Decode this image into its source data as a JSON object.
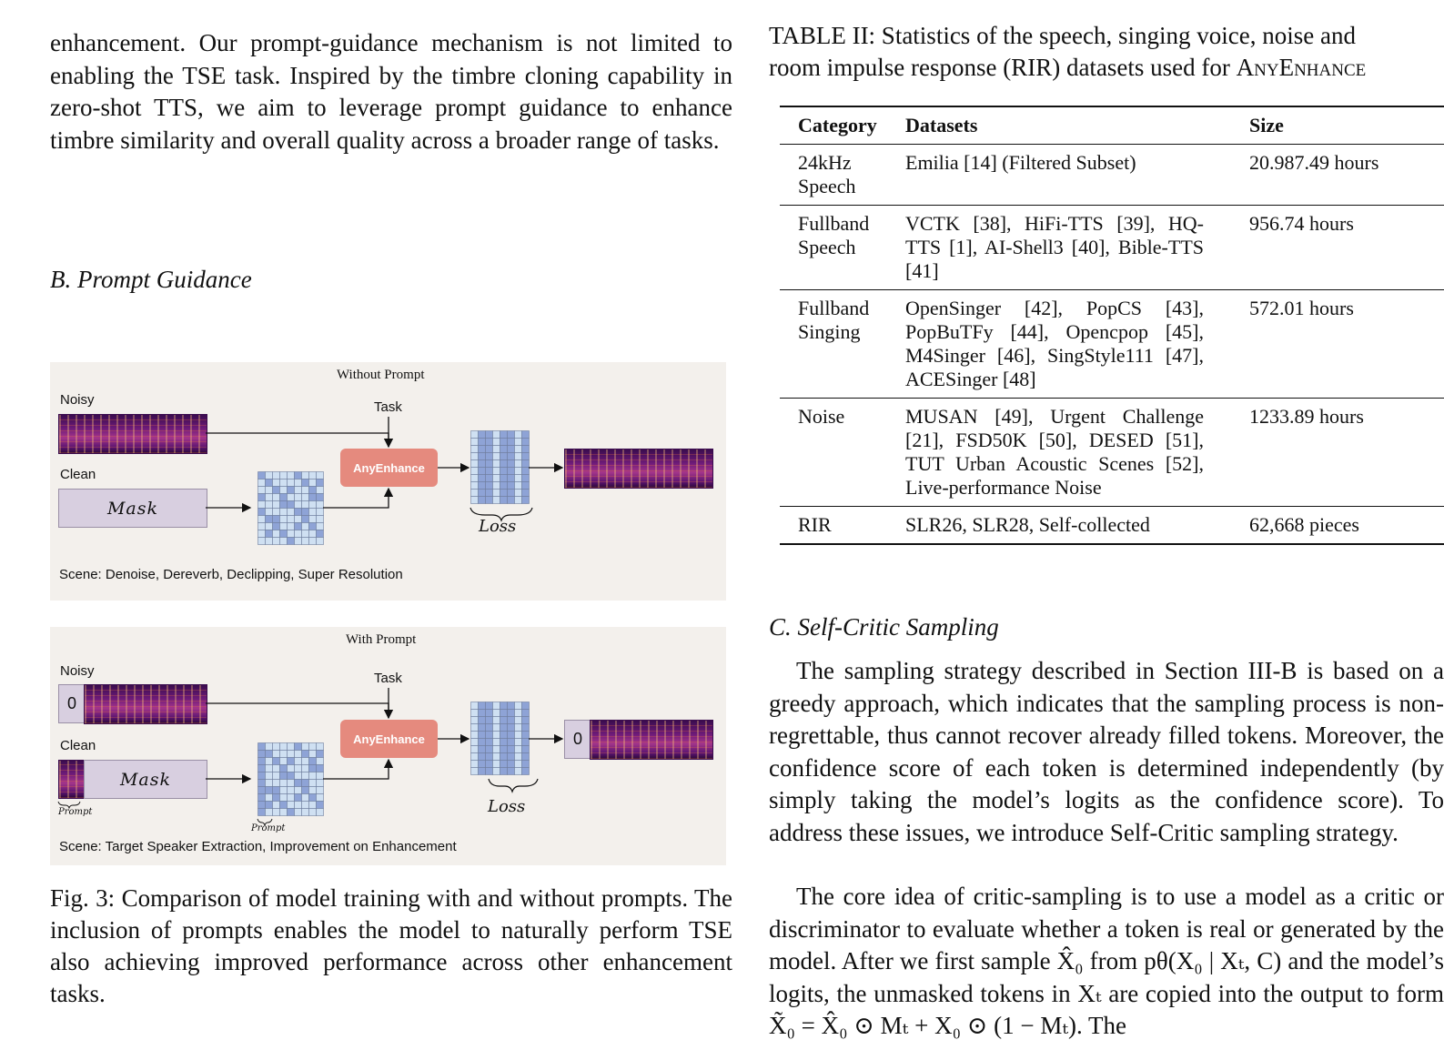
{
  "left": {
    "intro_text": "enhancement. Our prompt-guidance mechanism is not limited to enabling the TSE task. Inspired by the timbre cloning capability in zero-shot TTS, we aim to leverage prompt guidance to enhance timbre similarity and overall quality across a broader range of tasks.",
    "section_b": "B.  Prompt Guidance",
    "figure": {
      "panel1": {
        "title": "Without Prompt",
        "noisy_label": "Noisy",
        "clean_label": "Clean",
        "task_label": "Task",
        "mask_label": "Mask",
        "model_label": "AnyEnhance",
        "loss_label": "Loss",
        "scene": "Scene: Denoise, Dereverb, Declipping, Super Resolution"
      },
      "panel2": {
        "title": "With Prompt",
        "noisy_label": "Noisy",
        "clean_label": "Clean",
        "task_label": "Task",
        "mask_label": "Mask",
        "model_label": "AnyEnhance",
        "loss_label": "Loss",
        "zero_label": "0",
        "prompt_label": "Prompt",
        "scene": "Scene: Target Speaker Extraction, Improvement on Enhancement"
      },
      "caption": "Fig. 3: Comparison of model training with and without prompts. The inclusion of prompts enables the model to naturally perform TSE also achieving improved performance across other enhancement tasks."
    }
  },
  "right": {
    "table_caption_line1": "TABLE II: Statistics of the speech, singing voice, noise and",
    "table_caption_line2_prefix": "room impulse response (RIR) datasets used for ",
    "table_caption_brand": "AnyEnhance",
    "table": {
      "headers": [
        "Category",
        "Datasets",
        "Size"
      ],
      "rows": [
        {
          "category": "24kHz Speech",
          "datasets": "Emilia [14] (Filtered Subset)",
          "size": "20.987.49 hours"
        },
        {
          "category": "Fullband Speech",
          "datasets": "VCTK [38], HiFi-TTS [39], HQ-TTS [1], AI-Shell3 [40], Bible-TTS [41]",
          "size": "956.74 hours"
        },
        {
          "category": "Fullband Singing",
          "datasets": "OpenSinger [42], PopCS [43], PopBuTFy [44], Opencpop [45], M4Singer [46], SingStyle111 [47], ACESinger [48]",
          "size": "572.01 hours"
        },
        {
          "category": "Noise",
          "datasets": "MUSAN [49], Urgent Challenge [21], FSD50K [50], DESED [51], TUT Urban Acoustic Scenes [52], Live-performance Noise",
          "size": "1233.89 hours"
        },
        {
          "category": "RIR",
          "datasets": "SLR26, SLR28, Self-collected",
          "size": "62,668 pieces"
        }
      ]
    },
    "section_c": "C.  Self-Critic Sampling",
    "para1": "The sampling strategy described in Section III-B is based on a greedy approach, which indicates that the sampling process is non-regrettable, thus cannot recover already filled tokens. Moreover, the confidence score of each token is determined independently (by simply taking the model’s logits as the confidence score). To address these issues, we introduce Self-Critic sampling strategy.",
    "para2": "The core idea of critic-sampling is to use a model as a critic or discriminator to evaluate whether a token is real or generated by the model. After we first sample X̂₀ from pθ(X₀ | Xₜ, C) and the model’s logits, the unmasked tokens in Xₜ are copied into the output to form X̃₀ = X̂₀ ⊙ Mₜ + X₀ ⊙ (1 − Mₜ). The"
  }
}
